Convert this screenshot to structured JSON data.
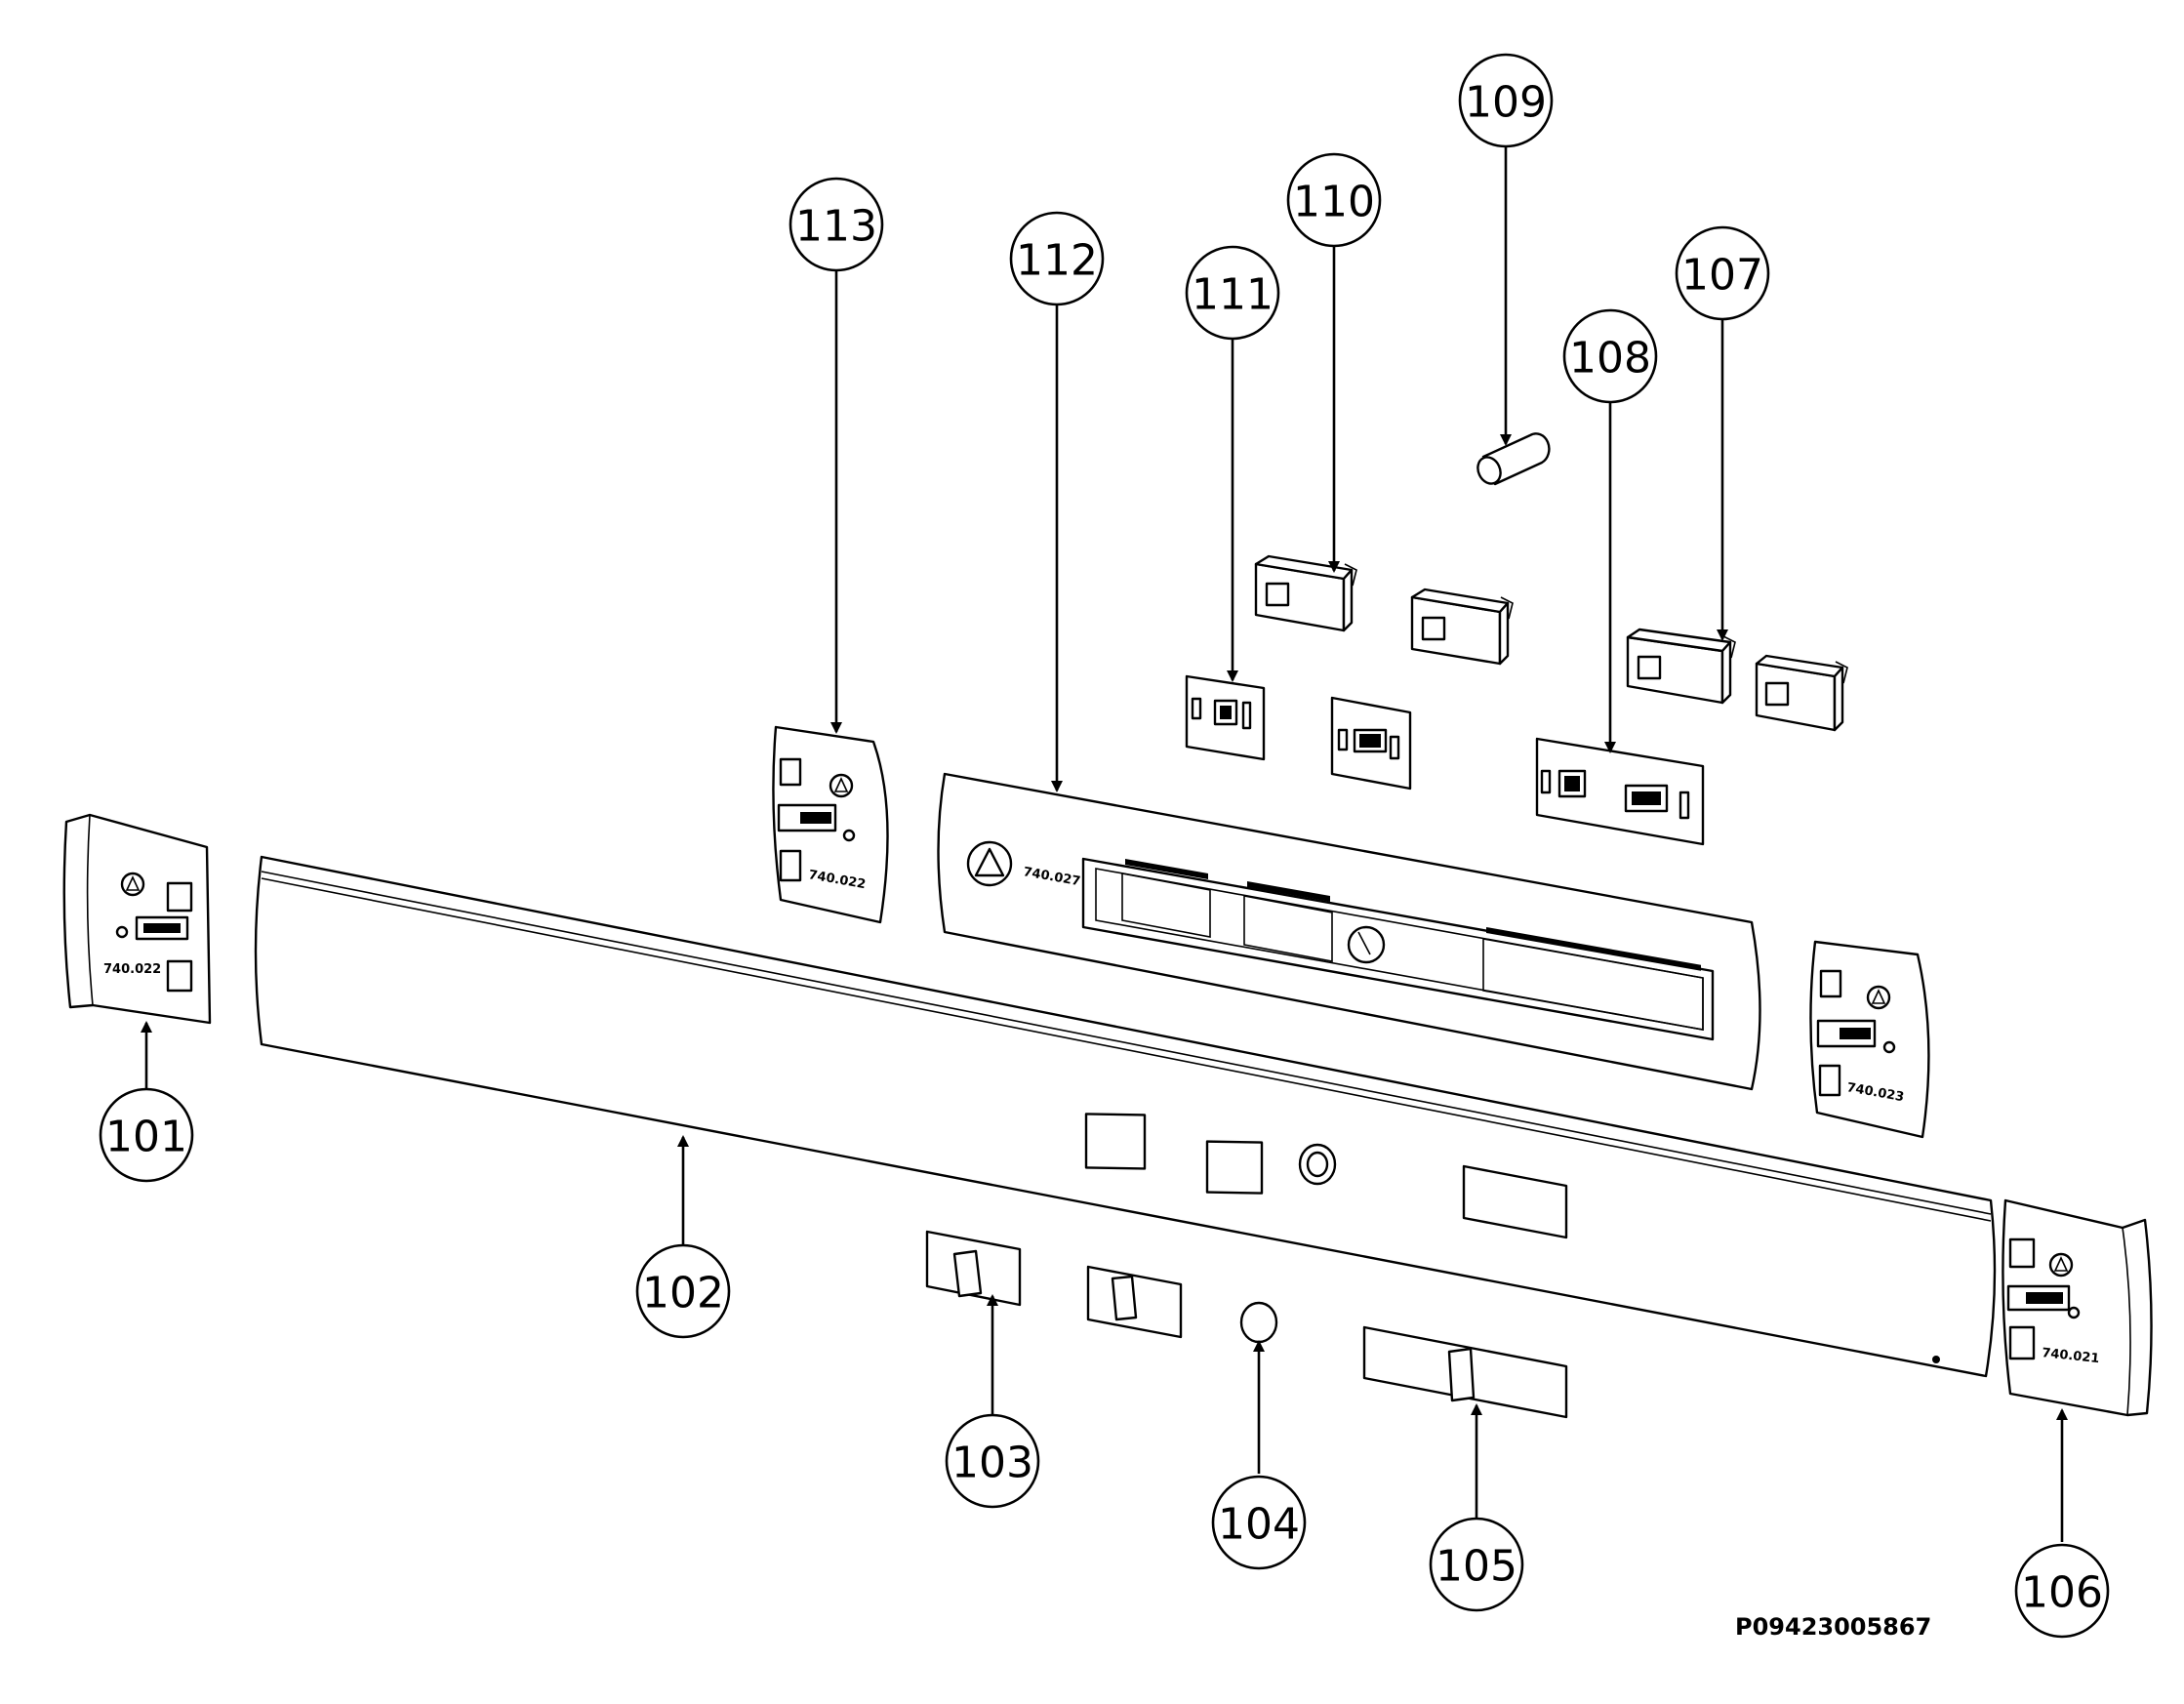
{
  "callouts": [
    {
      "label": "101"
    },
    {
      "label": "102"
    },
    {
      "label": "103"
    },
    {
      "label": "104"
    },
    {
      "label": "105"
    },
    {
      "label": "106"
    },
    {
      "label": "107"
    },
    {
      "label": "108"
    },
    {
      "label": "109"
    },
    {
      "label": "110"
    },
    {
      "label": "111"
    },
    {
      "label": "112"
    },
    {
      "label": "113"
    }
  ],
  "part_markings": {
    "cap_101": "740.022",
    "cap_113": "740.022",
    "panel_112": "740.027",
    "cap_right_small": "740.023",
    "cap_106": "740.021"
  },
  "drawing_ref": "P09423005867"
}
